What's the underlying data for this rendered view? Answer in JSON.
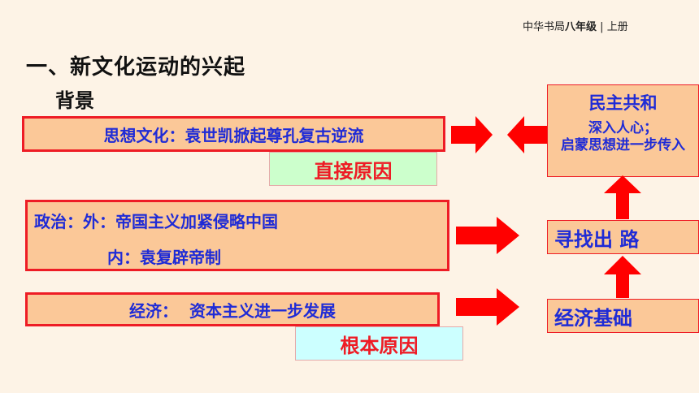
{
  "header": {
    "publisher": "中华书局",
    "grade": "八年级",
    "separator": "|",
    "volume": "上册"
  },
  "slide": {
    "title": "一、新文化运动的兴起",
    "subtitle": "背景"
  },
  "causes": {
    "thought": "思想文化：袁世凯掀起尊孔复古逆流",
    "politics_line1": "政治：外：帝国主义加紧侵略中国",
    "politics_line2": "内：袁复辟帝制",
    "economy": "经济：  资本主义进一步发展"
  },
  "labels": {
    "direct": "直接原因",
    "root": "根本原因"
  },
  "results": {
    "republic_title": "民主共和",
    "republic_line2": "深入人心；",
    "republic_line3": "启蒙思想进一步传入",
    "seek_road": "寻找出 路",
    "economic_base": "经济基础"
  },
  "colors": {
    "background": "#fdf3e6",
    "box_fill": "#fbc898",
    "border_red": "#ee1c25",
    "text_blue": "#1f2bd6",
    "arrow_red": "#ff0000",
    "direct_fill": "#ccffcc",
    "root_fill": "#ccffff"
  }
}
